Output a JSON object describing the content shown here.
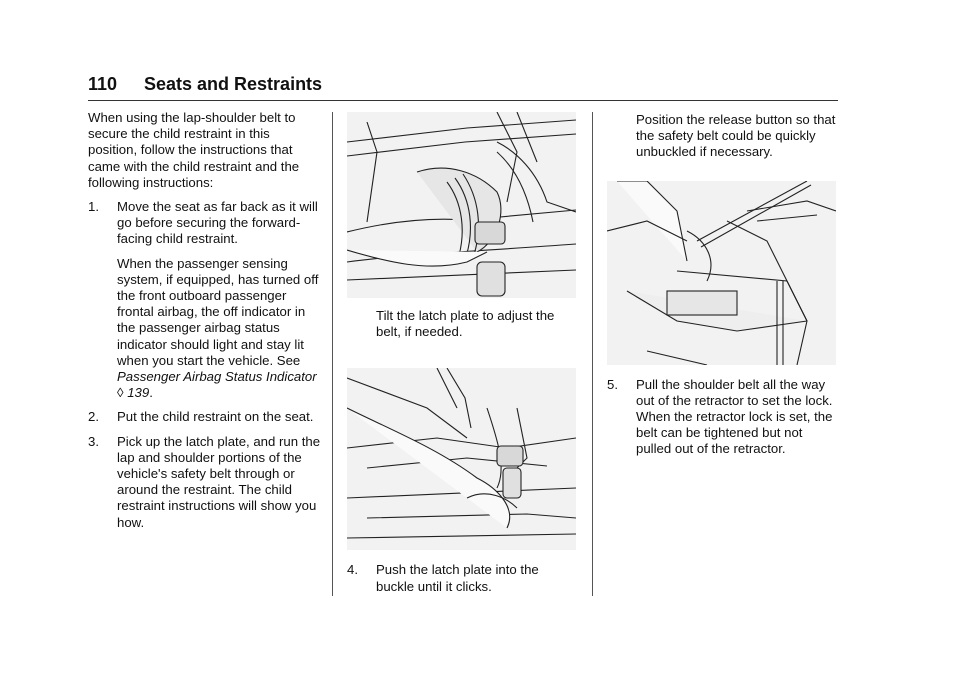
{
  "header": {
    "page_number": "110",
    "section_title": "Seats and Restraints"
  },
  "col1": {
    "intro": "When using the lap-shoulder belt to secure the child restraint in this position, follow the instructions that came with the child restraint and the following instructions:",
    "step1_num": "1.",
    "step1_text": "Move the seat as far back as it will go before securing the forward-facing child restraint.",
    "note_text": "When the passenger sensing system, if equipped, has turned off the front outboard passenger frontal airbag, the off indicator in the passenger airbag status indicator should light and stay lit when you start the vehicle. See",
    "note_link": "Passenger Airbag Status Indicator",
    "note_ref_symbol": "◊",
    "note_ref_page": "139",
    "note_end": ".",
    "step2_num": "2.",
    "step2_text": "Put the child restraint on the seat.",
    "step3_num": "3.",
    "step3_text": "Pick up the latch plate, and run the lap and shoulder portions of the vehicle's safety belt through or around the restraint. The child restraint instructions will show you how."
  },
  "col2": {
    "tilt_text": "Tilt the latch plate to adjust the belt, if needed.",
    "step4_num": "4.",
    "step4_text": "Push the latch plate into the buckle until it clicks."
  },
  "col3": {
    "position_text": "Position the release button so that the safety belt could be quickly unbuckled if necessary.",
    "step5_num": "5.",
    "step5_text": "Pull the shoulder belt all the way out of the retractor to set the lock. When the retractor lock is set, the belt can be tightened but not pulled out of the retractor."
  }
}
